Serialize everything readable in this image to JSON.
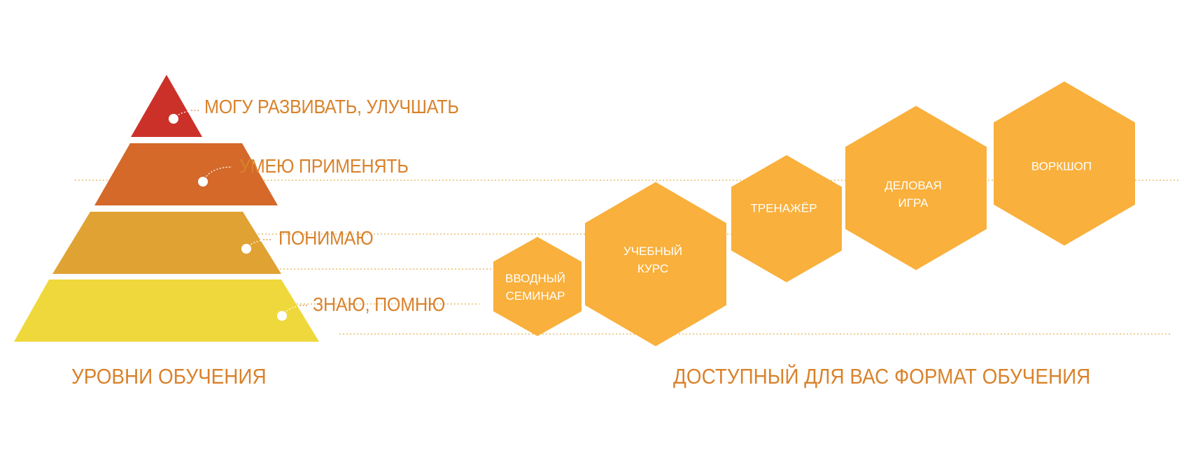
{
  "pyramid": {
    "title": "УРОВНИ ОБУЧЕНИЯ",
    "levels": [
      {
        "label": "МОГУ РАЗВИВАТЬ, УЛУЧШАТЬ",
        "color": "#cc3129"
      },
      {
        "label": "УМЕЮ ПРИМЕНЯТЬ",
        "color": "#d4692a"
      },
      {
        "label": "ПОНИМАЮ",
        "color": "#e0a233"
      },
      {
        "label": "ЗНАЮ, ПОМНЮ",
        "color": "#efd83c"
      }
    ]
  },
  "formats": {
    "title": "ДОСТУПНЫЙ ДЛЯ ВАС ФОРМАТ ОБУЧЕНИЯ",
    "hex_color": "#f9b03c",
    "items": [
      {
        "lines": [
          "ВВОДНЫЙ",
          "СЕМИНАР"
        ]
      },
      {
        "lines": [
          "УЧЕБНЫЙ",
          "КУРС"
        ]
      },
      {
        "lines": [
          "ТРЕНАЖЁР"
        ]
      },
      {
        "lines": [
          "ДЕЛОВАЯ",
          "ИГРА"
        ]
      },
      {
        "lines": [
          "ВОРКШОП"
        ]
      }
    ]
  },
  "colors": {
    "text": "#d9822b",
    "guide_line": "#e2b04a",
    "dot": "#ffffff"
  }
}
